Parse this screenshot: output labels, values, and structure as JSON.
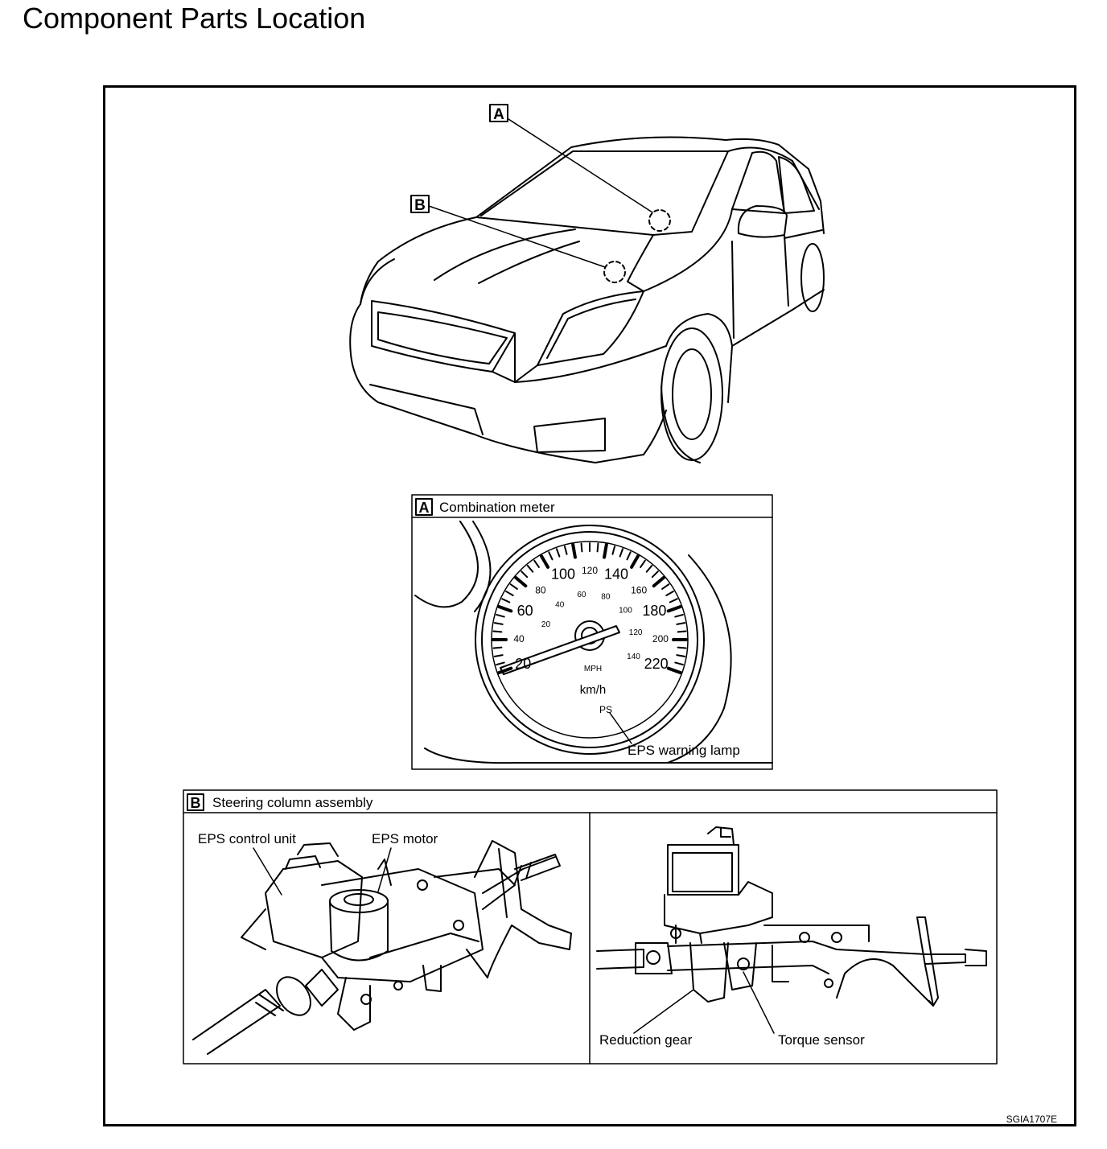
{
  "title": "Component Parts Location",
  "car_callouts": {
    "a": "A",
    "b": "B"
  },
  "panel_a": {
    "letter": "A",
    "title": "Combination meter",
    "speedo_kmh": [
      "20",
      "40",
      "60",
      "80",
      "100",
      "120",
      "140",
      "160",
      "180",
      "200",
      "220"
    ],
    "speedo_mph": [
      "20",
      "40",
      "60",
      "80",
      "100",
      "120",
      "140"
    ],
    "unit_mph": "MPH",
    "unit_kmh": "km/h",
    "lamp_symbol": "PS",
    "callout": "EPS warning lamp"
  },
  "panel_b": {
    "letter": "B",
    "title": "Steering column assembly",
    "labels": {
      "control_unit": "EPS control unit",
      "motor": "EPS motor",
      "reduction_gear": "Reduction gear",
      "torque_sensor": "Torque sensor"
    }
  },
  "figure_code": "SGIA1707E"
}
